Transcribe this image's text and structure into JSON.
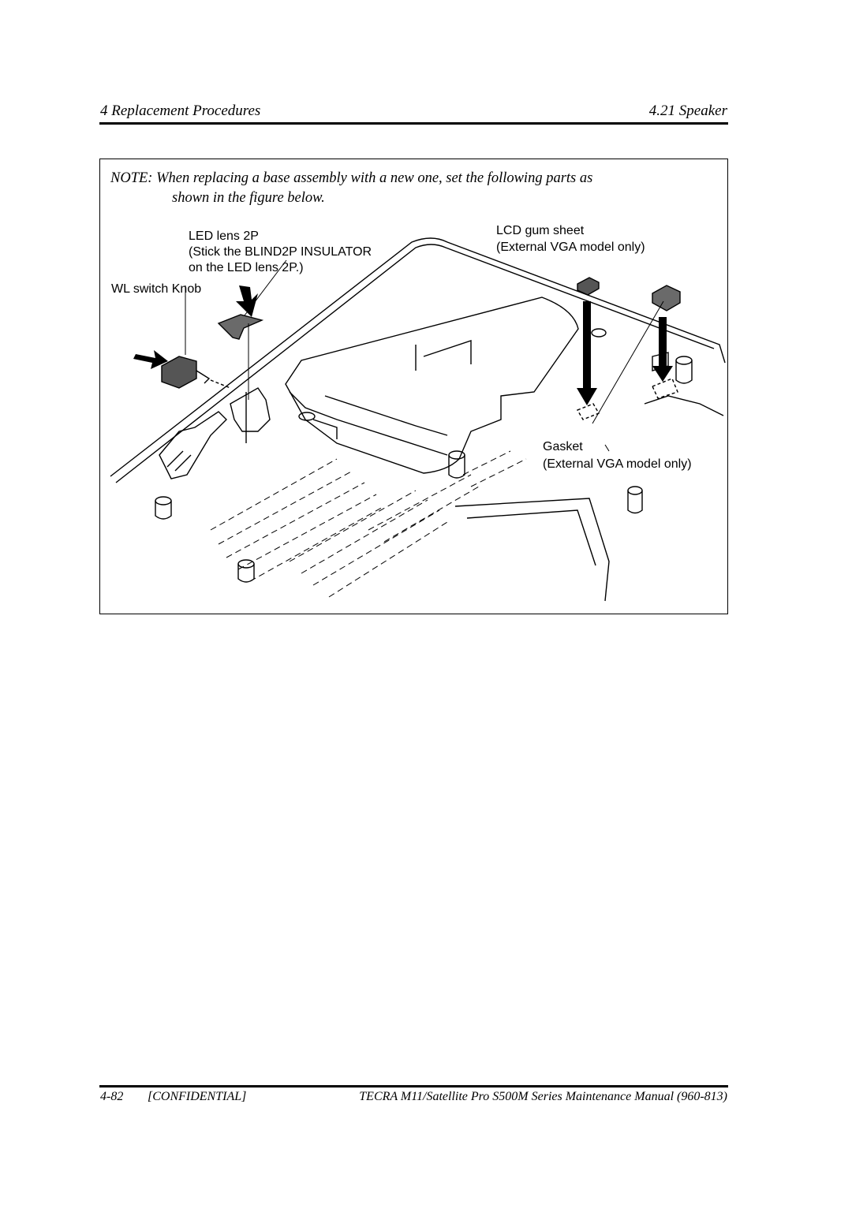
{
  "header": {
    "chapter": "4 Replacement Procedures",
    "section": "4.21  Speaker"
  },
  "note": {
    "line1": "NOTE:  When replacing a base assembly with a new one, set the following parts as",
    "line2": "shown in the figure below."
  },
  "figure": {
    "labels": {
      "led_lens": "LED lens 2P",
      "led_lens_note1": "(Stick the BLIND2P INSULATOR",
      "led_lens_note2": "on the LED lens 2P.)",
      "wl_switch": "WL switch Knob",
      "lcd_gum": "LCD gum sheet",
      "lcd_gum_note": "(External VGA model only)",
      "gasket": "Gasket",
      "gasket_note": "(External VGA model only)"
    }
  },
  "footer": {
    "page": "4-82",
    "confidential": "[CONFIDENTIAL]",
    "title": "TECRA M11/Satellite Pro S500M Series Maintenance Manual (960-813)"
  }
}
